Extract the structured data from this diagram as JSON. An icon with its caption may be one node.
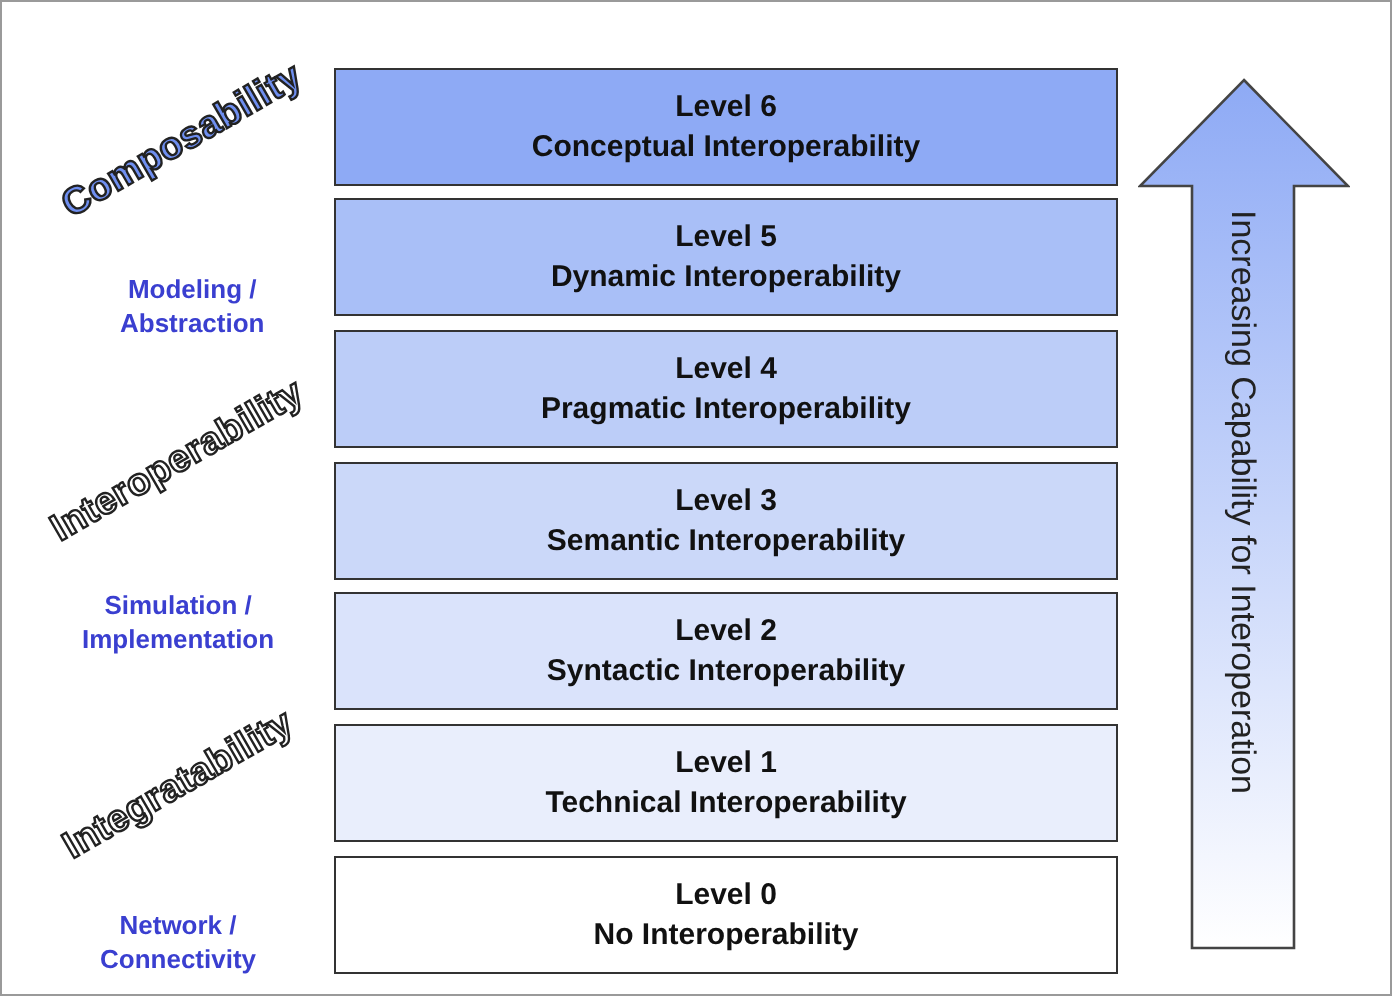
{
  "diagram": {
    "nodes": [
      {
        "text": [
          "Level 6",
          "Conceptual Interoperability"
        ]
      },
      {
        "text": [
          "Level 5",
          "Dynamic Interoperability"
        ]
      },
      {
        "text": [
          "Level 4",
          "Pragmatic Interoperability"
        ]
      },
      {
        "text": [
          "Level 3",
          "Semantic Interoperability"
        ]
      },
      {
        "text": [
          "Level 2",
          "Syntactic Interoperability"
        ]
      },
      {
        "text": [
          "Level 1",
          "Technical Interoperability"
        ]
      },
      {
        "text": [
          "Level 0",
          "No Interoperability"
        ]
      },
      {
        "text": [
          "Increasing Capability for Interoperation"
        ]
      }
    ],
    "labels": [
      "Composability",
      "Modeling / Abstraction",
      "Interoperability",
      "Simulation / Implementation",
      "Integratability",
      "Network / Connectivity"
    ]
  }
}
